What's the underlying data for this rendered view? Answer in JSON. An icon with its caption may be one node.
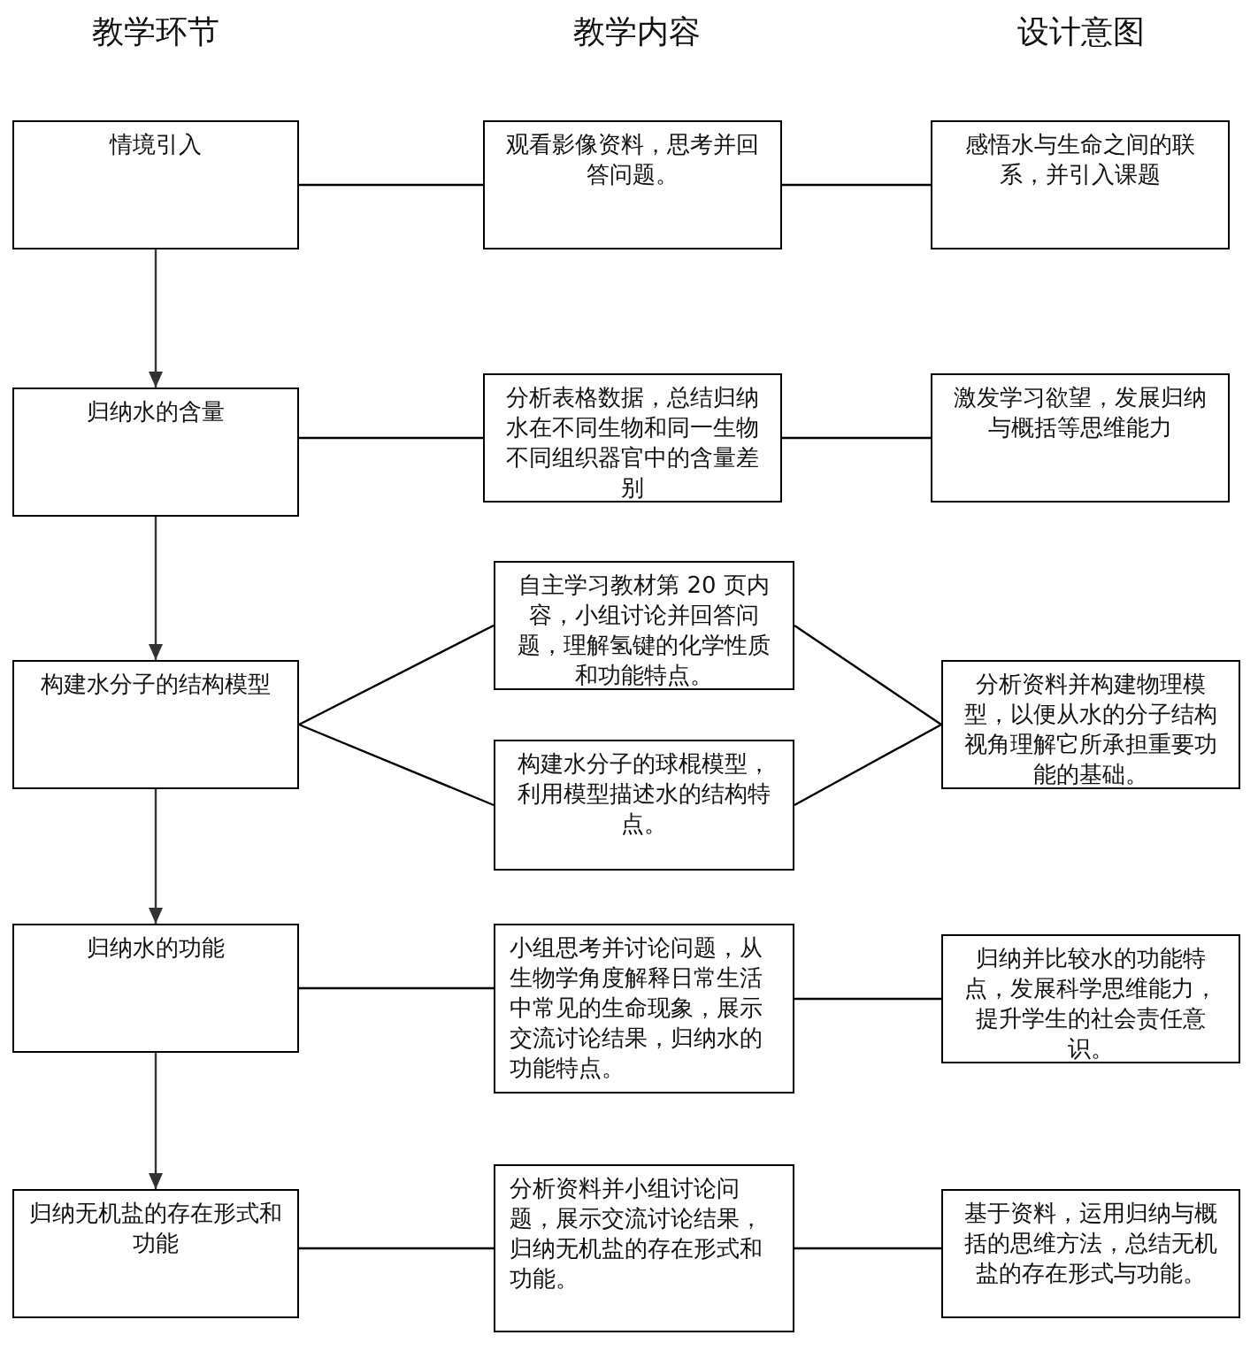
{
  "diagram": {
    "nodes": [
      {
        "text": [
          "情境引入"
        ]
      },
      {
        "text": [
          "观看影像资料，思考并回答问题。"
        ]
      },
      {
        "text": [
          "感悟水与生命之间的联系，并引入课题"
        ]
      },
      {
        "text": [
          "归纳水的含量"
        ]
      },
      {
        "text": [
          "分析表格数据，总结归纳水在不同生物和同一生物不同组织器官中的含量差别"
        ]
      },
      {
        "text": [
          "激发学习欲望，发展归纳与概括等思维能力"
        ]
      },
      {
        "text": [
          "构建水分子的结构模型"
        ]
      },
      {
        "text": [
          "自主学习教材第 20 页内容，小组讨论并回答问题，理解氢键的化学性质和功能特点。"
        ]
      },
      {
        "text": [
          "构建水分子的球棍模型，利用模型描述水的结构特点。"
        ]
      },
      {
        "text": [
          "分析资料并构建物理模型，以便从水的分子结构视角理解它所承担重要功能的基础。"
        ]
      },
      {
        "text": [
          "归纳水的功能"
        ]
      },
      {
        "text": [
          "小组思考并讨论问题，从生物学角度解释日常生活中常见的生命现象，展示交流讨论结果，归纳水的功能特点。"
        ]
      },
      {
        "text": [
          "归纳并比较水的功能特点，发展科学思维能力，提升学生的社会责任意识。"
        ]
      },
      {
        "text": [
          "归纳无机盐的存在形式和功能"
        ]
      },
      {
        "text": [
          "分析资料并小组讨论问题，展示交流讨论结果，归纳无机盐的存在形式和功能。"
        ]
      },
      {
        "text": [
          "基于资料，运用归纳与概括的思维方法，总结无机盐的存在形式与功能。"
        ]
      }
    ],
    "edges": [
      {
        "from": 0,
        "to": 3,
        "arrow": "to"
      },
      {
        "from": 3,
        "to": 6,
        "arrow": "to"
      },
      {
        "from": 6,
        "to": 10,
        "arrow": "to"
      },
      {
        "from": 10,
        "to": 13,
        "arrow": "to"
      },
      {
        "from": 0,
        "to": 1,
        "arrow": "none"
      },
      {
        "from": 1,
        "to": 2,
        "arrow": "none"
      },
      {
        "from": 3,
        "to": 4,
        "arrow": "none"
      },
      {
        "from": 4,
        "to": 5,
        "arrow": "none"
      },
      {
        "from": 6,
        "to": 7,
        "arrow": "none"
      },
      {
        "from": 6,
        "to": 8,
        "arrow": "none"
      },
      {
        "from": 7,
        "to": 9,
        "arrow": "none"
      },
      {
        "from": 8,
        "to": 9,
        "arrow": "none"
      },
      {
        "from": 10,
        "to": 11,
        "arrow": "none"
      },
      {
        "from": 11,
        "to": 12,
        "arrow": "none"
      },
      {
        "from": 13,
        "to": 14,
        "arrow": "none"
      },
      {
        "from": 14,
        "to": 15,
        "arrow": "none"
      }
    ],
    "labels": [
      "教学环节",
      "教学内容",
      "设计意图"
    ]
  }
}
